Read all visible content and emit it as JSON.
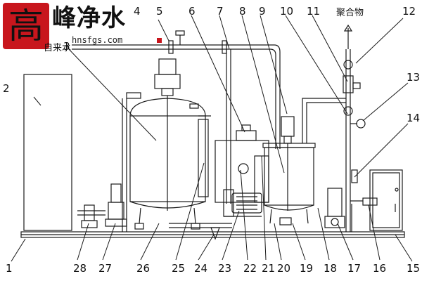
{
  "brand": {
    "seal_text": "高",
    "name": "峰净水",
    "url": "hnsfgs.com"
  },
  "labels": {
    "tap_water": "自来水",
    "polymer": "聚合物"
  },
  "callouts": {
    "n1": "1",
    "n2": "2",
    "n3": "3",
    "n4": "4",
    "n5": "5",
    "n6": "6",
    "n7": "7",
    "n8": "8",
    "n9": "9",
    "n10": "10",
    "n11": "11",
    "n12": "12",
    "n13": "13",
    "n14": "14",
    "n15": "15",
    "n16": "16",
    "n17": "17",
    "n18": "18",
    "n19": "19",
    "n20": "20",
    "n21": "21",
    "n22": "22",
    "n23": "23",
    "n24": "24",
    "n25": "25",
    "n26": "26",
    "n27": "27",
    "n28": "28"
  },
  "colors": {
    "line": "#1a1a1a",
    "brand_red": "#c8161d"
  }
}
